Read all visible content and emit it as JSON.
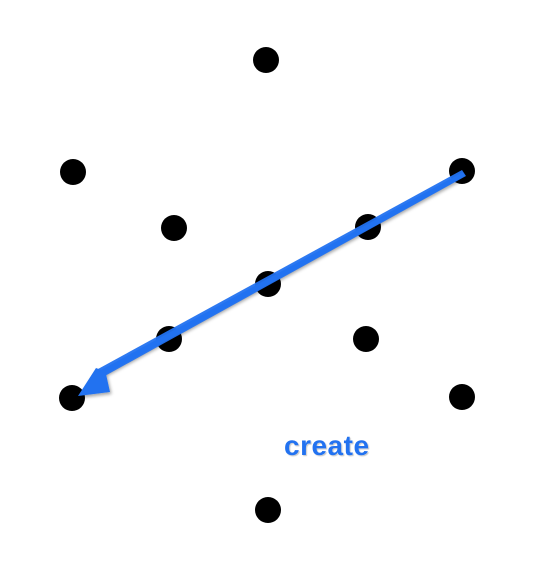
{
  "diagram": {
    "label": "create",
    "colors": {
      "dot": "#000000",
      "arrow": "#2272f0",
      "label": "#2272f0",
      "background": "#ffffff"
    },
    "arrow": {
      "from_dot": "right-upper",
      "to_dot": "left-lower",
      "icon": "arrow-icon"
    },
    "dot_ids": [
      "top",
      "left-upper",
      "right-upper",
      "inner-upper-left",
      "inner-upper-right",
      "center",
      "inner-lower-left",
      "inner-lower-right",
      "left-lower",
      "right-lower",
      "bottom"
    ]
  }
}
